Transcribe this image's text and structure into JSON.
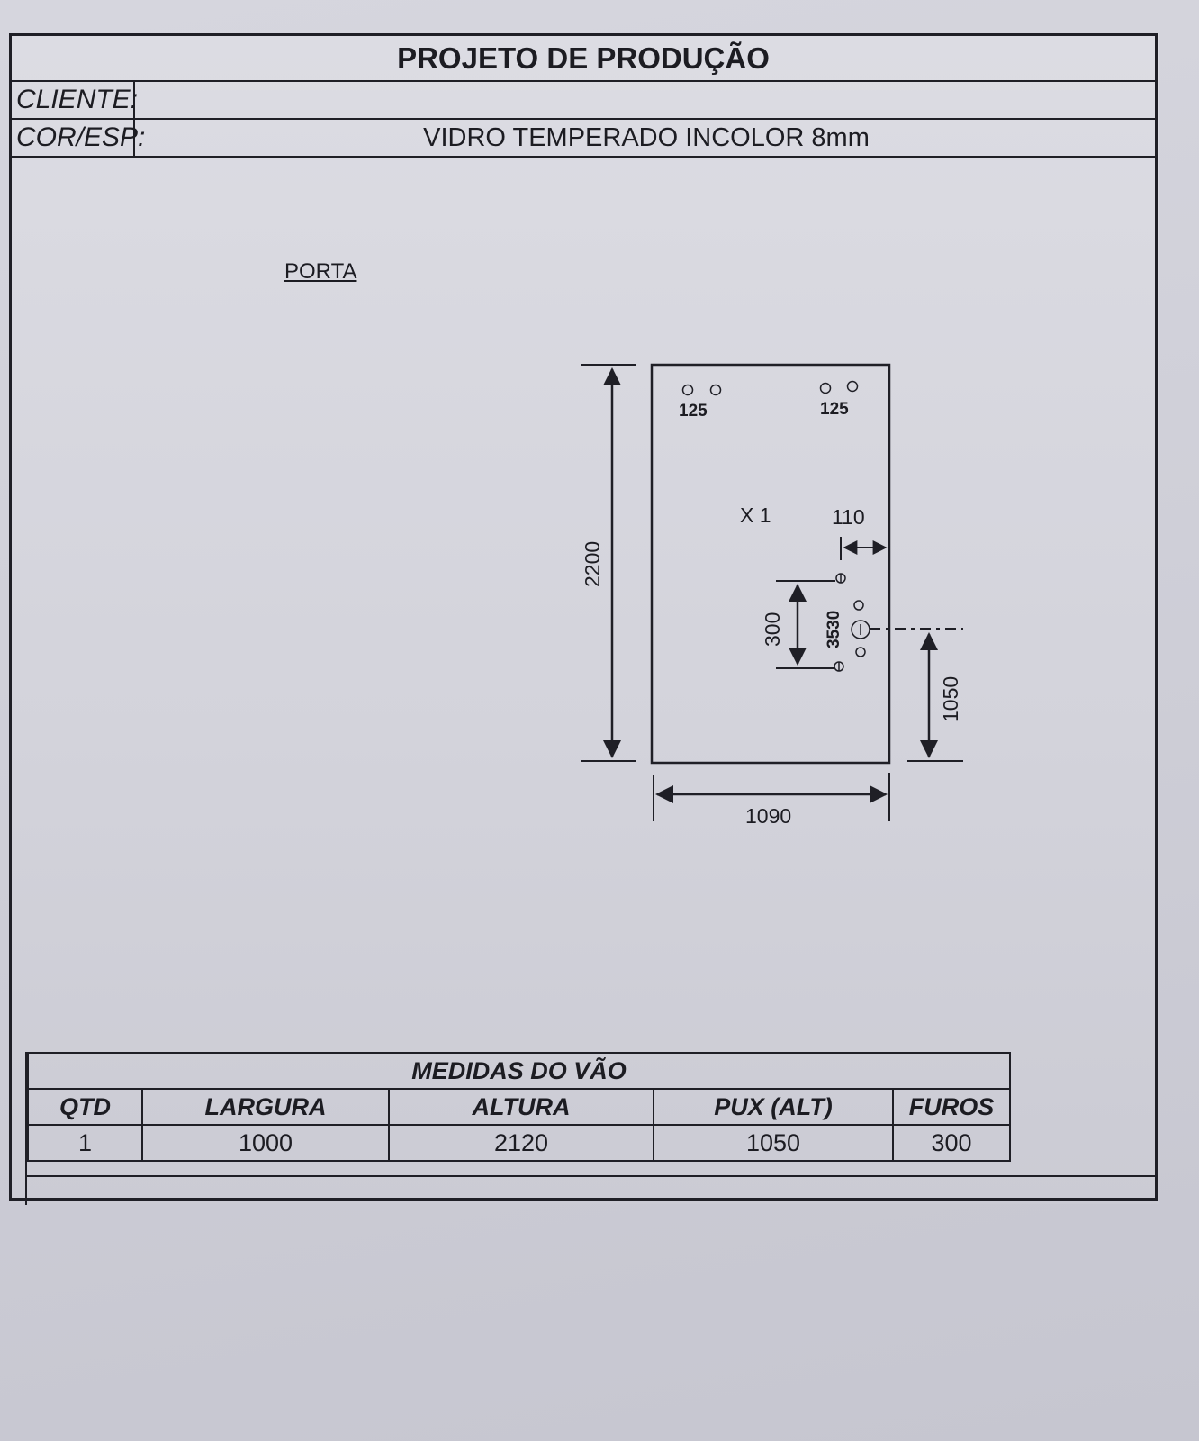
{
  "header": {
    "title": "PROJETO DE PRODUÇÃO",
    "cliente_label": "CLIENTE:",
    "cliente_value": "",
    "cor_label": "COR/ESP:",
    "cor_value": "VIDRO TEMPERADO INCOLOR 8mm"
  },
  "drawing": {
    "section_label": "PORTA",
    "height_dim": "2200",
    "width_dim": "1090",
    "hole_left_label": "125",
    "hole_right_label": "125",
    "quantity_mark": "X  1",
    "edge_offset_dim": "110",
    "handle_spacing_dim": "300",
    "handle_label": "3530",
    "handle_height_dim": "1050"
  },
  "table": {
    "title": "MEDIDAS DO VÃO",
    "headers": [
      "QTD",
      "LARGURA",
      "ALTURA",
      "PUX (ALT)",
      "FUROS"
    ],
    "row": [
      "1",
      "1000",
      "2120",
      "1050",
      "300"
    ]
  },
  "colors": {
    "ink": "#1f1f26",
    "paper": "#d6d6de"
  }
}
